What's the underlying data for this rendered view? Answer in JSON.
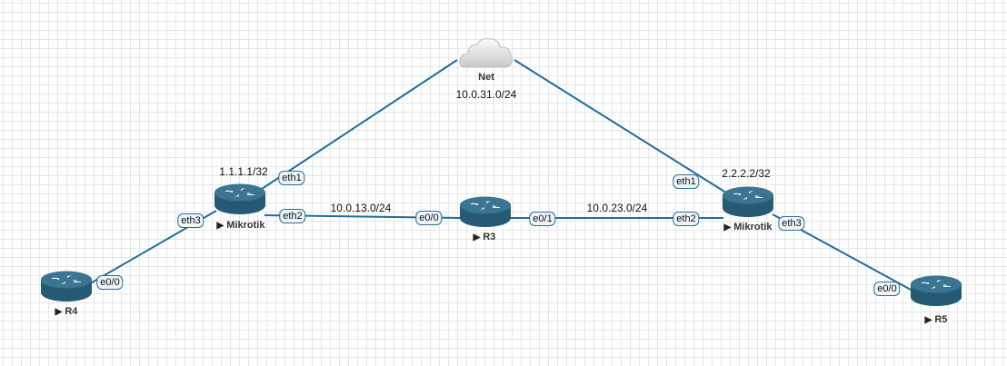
{
  "nodes": {
    "net": {
      "name": "Net",
      "subnet": "10.0.31.0/24",
      "icon": "cloud-icon"
    },
    "mikrotik1": {
      "name": "Mikrotik",
      "address": "1.1.1.1/32",
      "icon": "router-icon"
    },
    "r3": {
      "name": "R3",
      "icon": "router-icon"
    },
    "mikrotik2": {
      "name": "Mikrotik",
      "address": "2.2.2.2/32",
      "icon": "router-icon"
    },
    "r4": {
      "name": "R4",
      "icon": "router-icon"
    },
    "r5": {
      "name": "R5",
      "icon": "router-icon"
    }
  },
  "links": {
    "m1_r3_subnet": "10.0.13.0/24",
    "r3_m2_subnet": "10.0.23.0/24"
  },
  "ports": {
    "m1_eth1": "eth1",
    "m1_eth2": "eth2",
    "m1_eth3": "eth3",
    "m2_eth1": "eth1",
    "m2_eth2": "eth2",
    "m2_eth3": "eth3",
    "r3_e00": "e0/0",
    "r3_e01": "e0/1",
    "r4_e00": "e0/0",
    "r5_e00": "e0/0"
  },
  "run_marker": "▶",
  "colors": {
    "link": "#1f6c9e",
    "router": "#2f6480",
    "grid": "#e6e6e6"
  }
}
